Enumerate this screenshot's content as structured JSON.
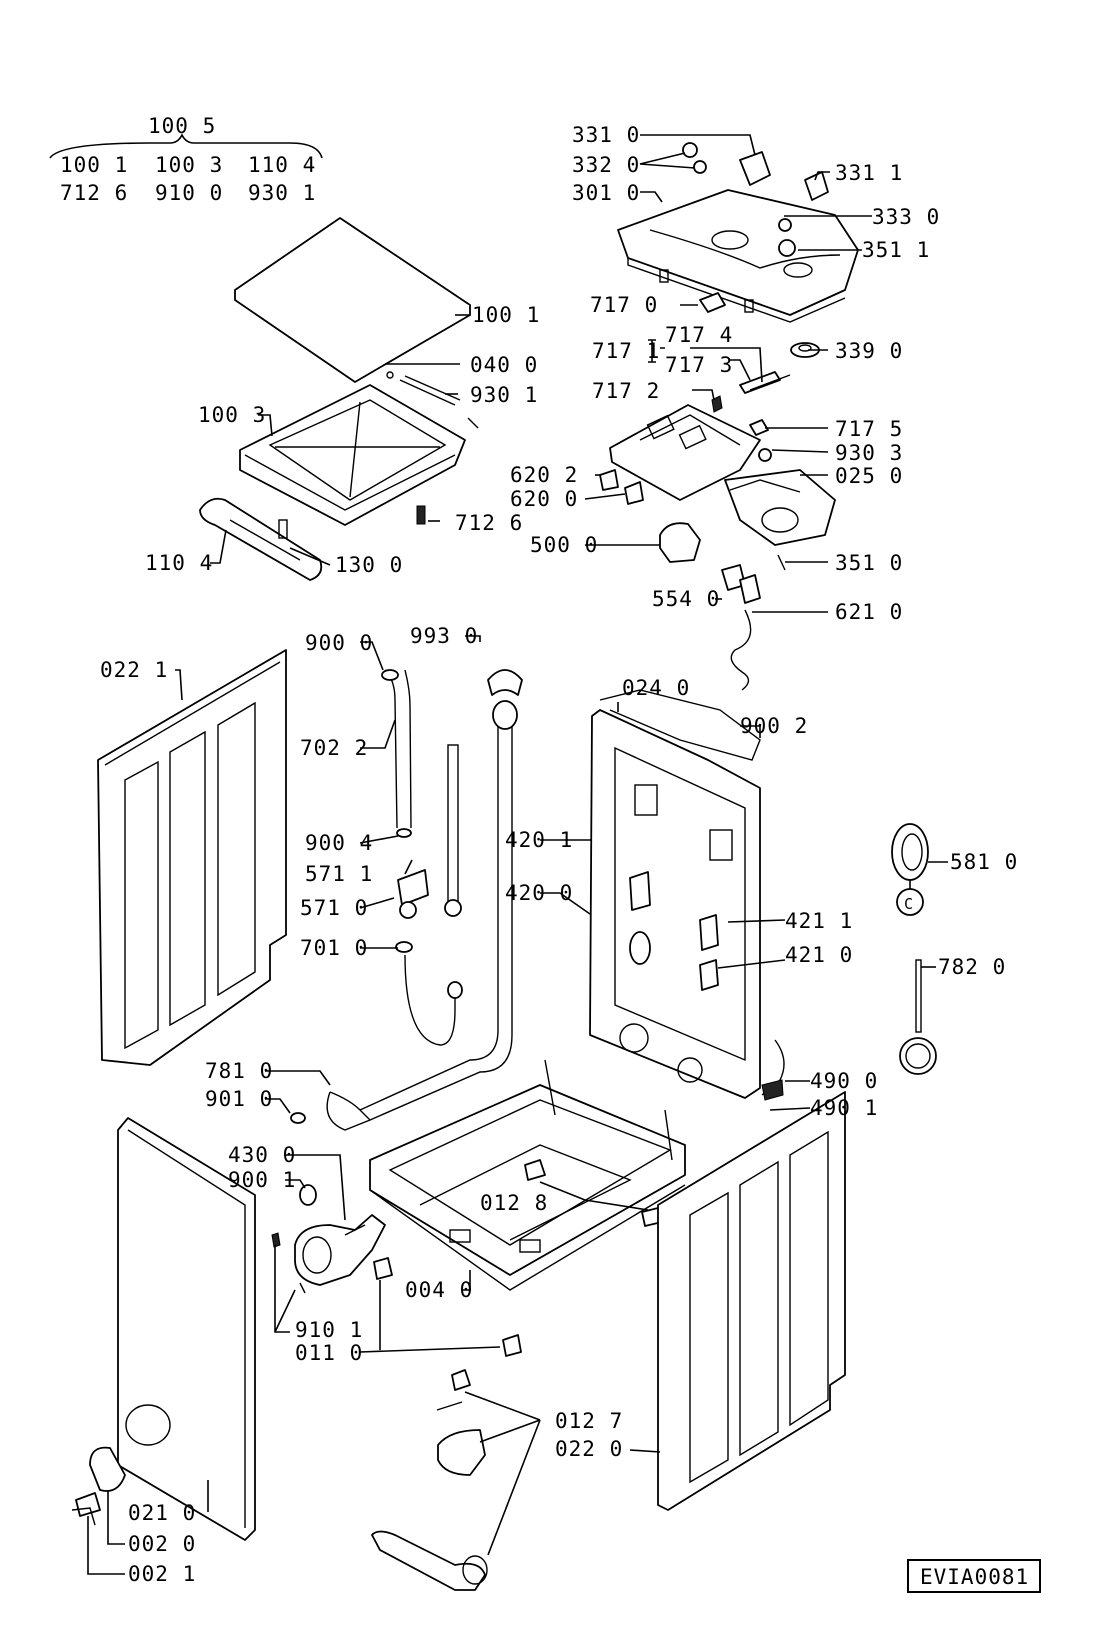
{
  "header_kit": {
    "top": "100 5",
    "row1": [
      "100 1",
      "100 3",
      "110 4"
    ],
    "row2": [
      "712 6",
      "910 0",
      "930 1"
    ]
  },
  "drawing_code": "EVIA0081",
  "part_labels": [
    "331 0",
    "332 0",
    "301 0",
    "331 1",
    "333 0",
    "351 1",
    "100 1",
    "040 0",
    "930 1",
    "100 3",
    "110 4",
    "130 0",
    "712 6",
    "717 0",
    "717 1",
    "717 4",
    "717 3",
    "717 2",
    "339 0",
    "717 5",
    "930 3",
    "025 0",
    "620 2",
    "620 0",
    "500 0",
    "351 0",
    "554 0",
    "621 0",
    "022 1",
    "900 0",
    "993 0",
    "702 2",
    "900 4",
    "571 1",
    "571 0",
    "701 0",
    "420 1",
    "420 0",
    "024 0",
    "900 2",
    "421 1",
    "421 0",
    "490 0",
    "490 1",
    "581 0",
    "782 0",
    "781 0",
    "901 0",
    "430 0",
    "900 1",
    "012 8",
    "004 0",
    "910 1",
    "011 0",
    "012 7",
    "022 0",
    "021 0",
    "002 0",
    "002 1"
  ]
}
